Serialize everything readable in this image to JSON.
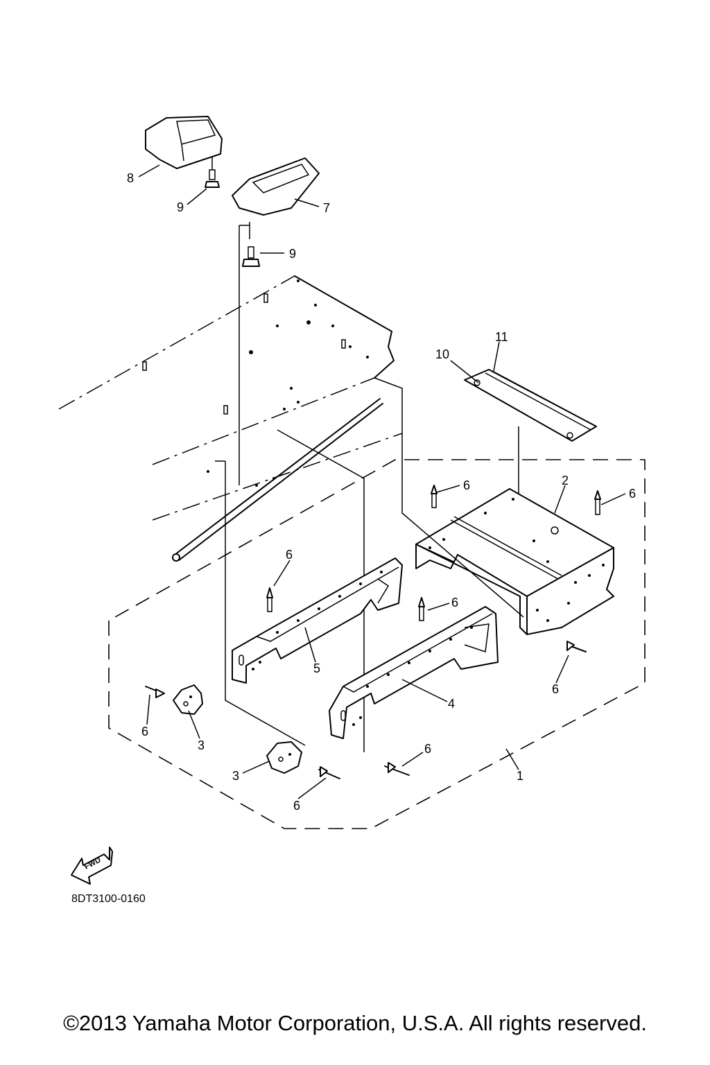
{
  "callouts": {
    "c1": "1",
    "c2": "2",
    "c3a": "3",
    "c3b": "3",
    "c4": "4",
    "c5": "5",
    "c6a": "6",
    "c6b": "6",
    "c6c": "6",
    "c6d": "6",
    "c6e": "6",
    "c6f": "6",
    "c6g": "6",
    "c7": "7",
    "c8": "8",
    "c9a": "9",
    "c9b": "9",
    "c10": "10",
    "c11": "11"
  },
  "fwd_label": "FWD",
  "diagram_code": "8DT3100-0160",
  "copyright": "©2013 Yamaha Motor Corporation, U.S.A. All rights reserved.",
  "colors": {
    "ink": "#000000",
    "paper": "#ffffff"
  },
  "icons": {
    "direction": "fwd-arrow-icon"
  }
}
